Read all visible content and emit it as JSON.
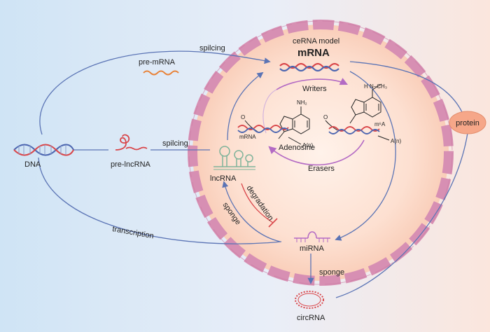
{
  "nodes": {
    "dna": "DNA",
    "pre_mrna": "pre-mRNA",
    "pre_lncrna": "pre-lncRNA",
    "protein": "protein",
    "lncrna": "lncRNA",
    "mirna": "miRNA",
    "circrna": "circRNA",
    "mrna_title": "mRNA",
    "cerna_model": "ceRNA model"
  },
  "edges": {
    "splicing_top": "spilcing",
    "splicing_mid": "spilcing",
    "transcription": "transcription",
    "sponge_left": "sponge",
    "degradation": "degradation",
    "sponge_bottom": "sponge"
  },
  "m6a": {
    "writers": "Writers",
    "erasers": "Erasers",
    "adenosine": "Adenosine",
    "m6a_label": "m⁶A",
    "mrna_small": "mRNA",
    "nh2": "NH₂",
    "methyl": "H N–CH₃",
    "cap_left": "O",
    "cap_right": "O",
    "polya_left": "A(n)",
    "polya_right": "A(n)"
  },
  "colors": {
    "arrow": "#5b74b5",
    "cell_fill": "#fbd8c8",
    "membrane": "#d78fb3",
    "rna_red": "#d9464a",
    "rna_blue": "#4b65b0",
    "writer_arrow": "#b36ac4",
    "inhibit": "#d9464a",
    "protein_fill": "#f6a789",
    "circ": "#d9464a"
  }
}
